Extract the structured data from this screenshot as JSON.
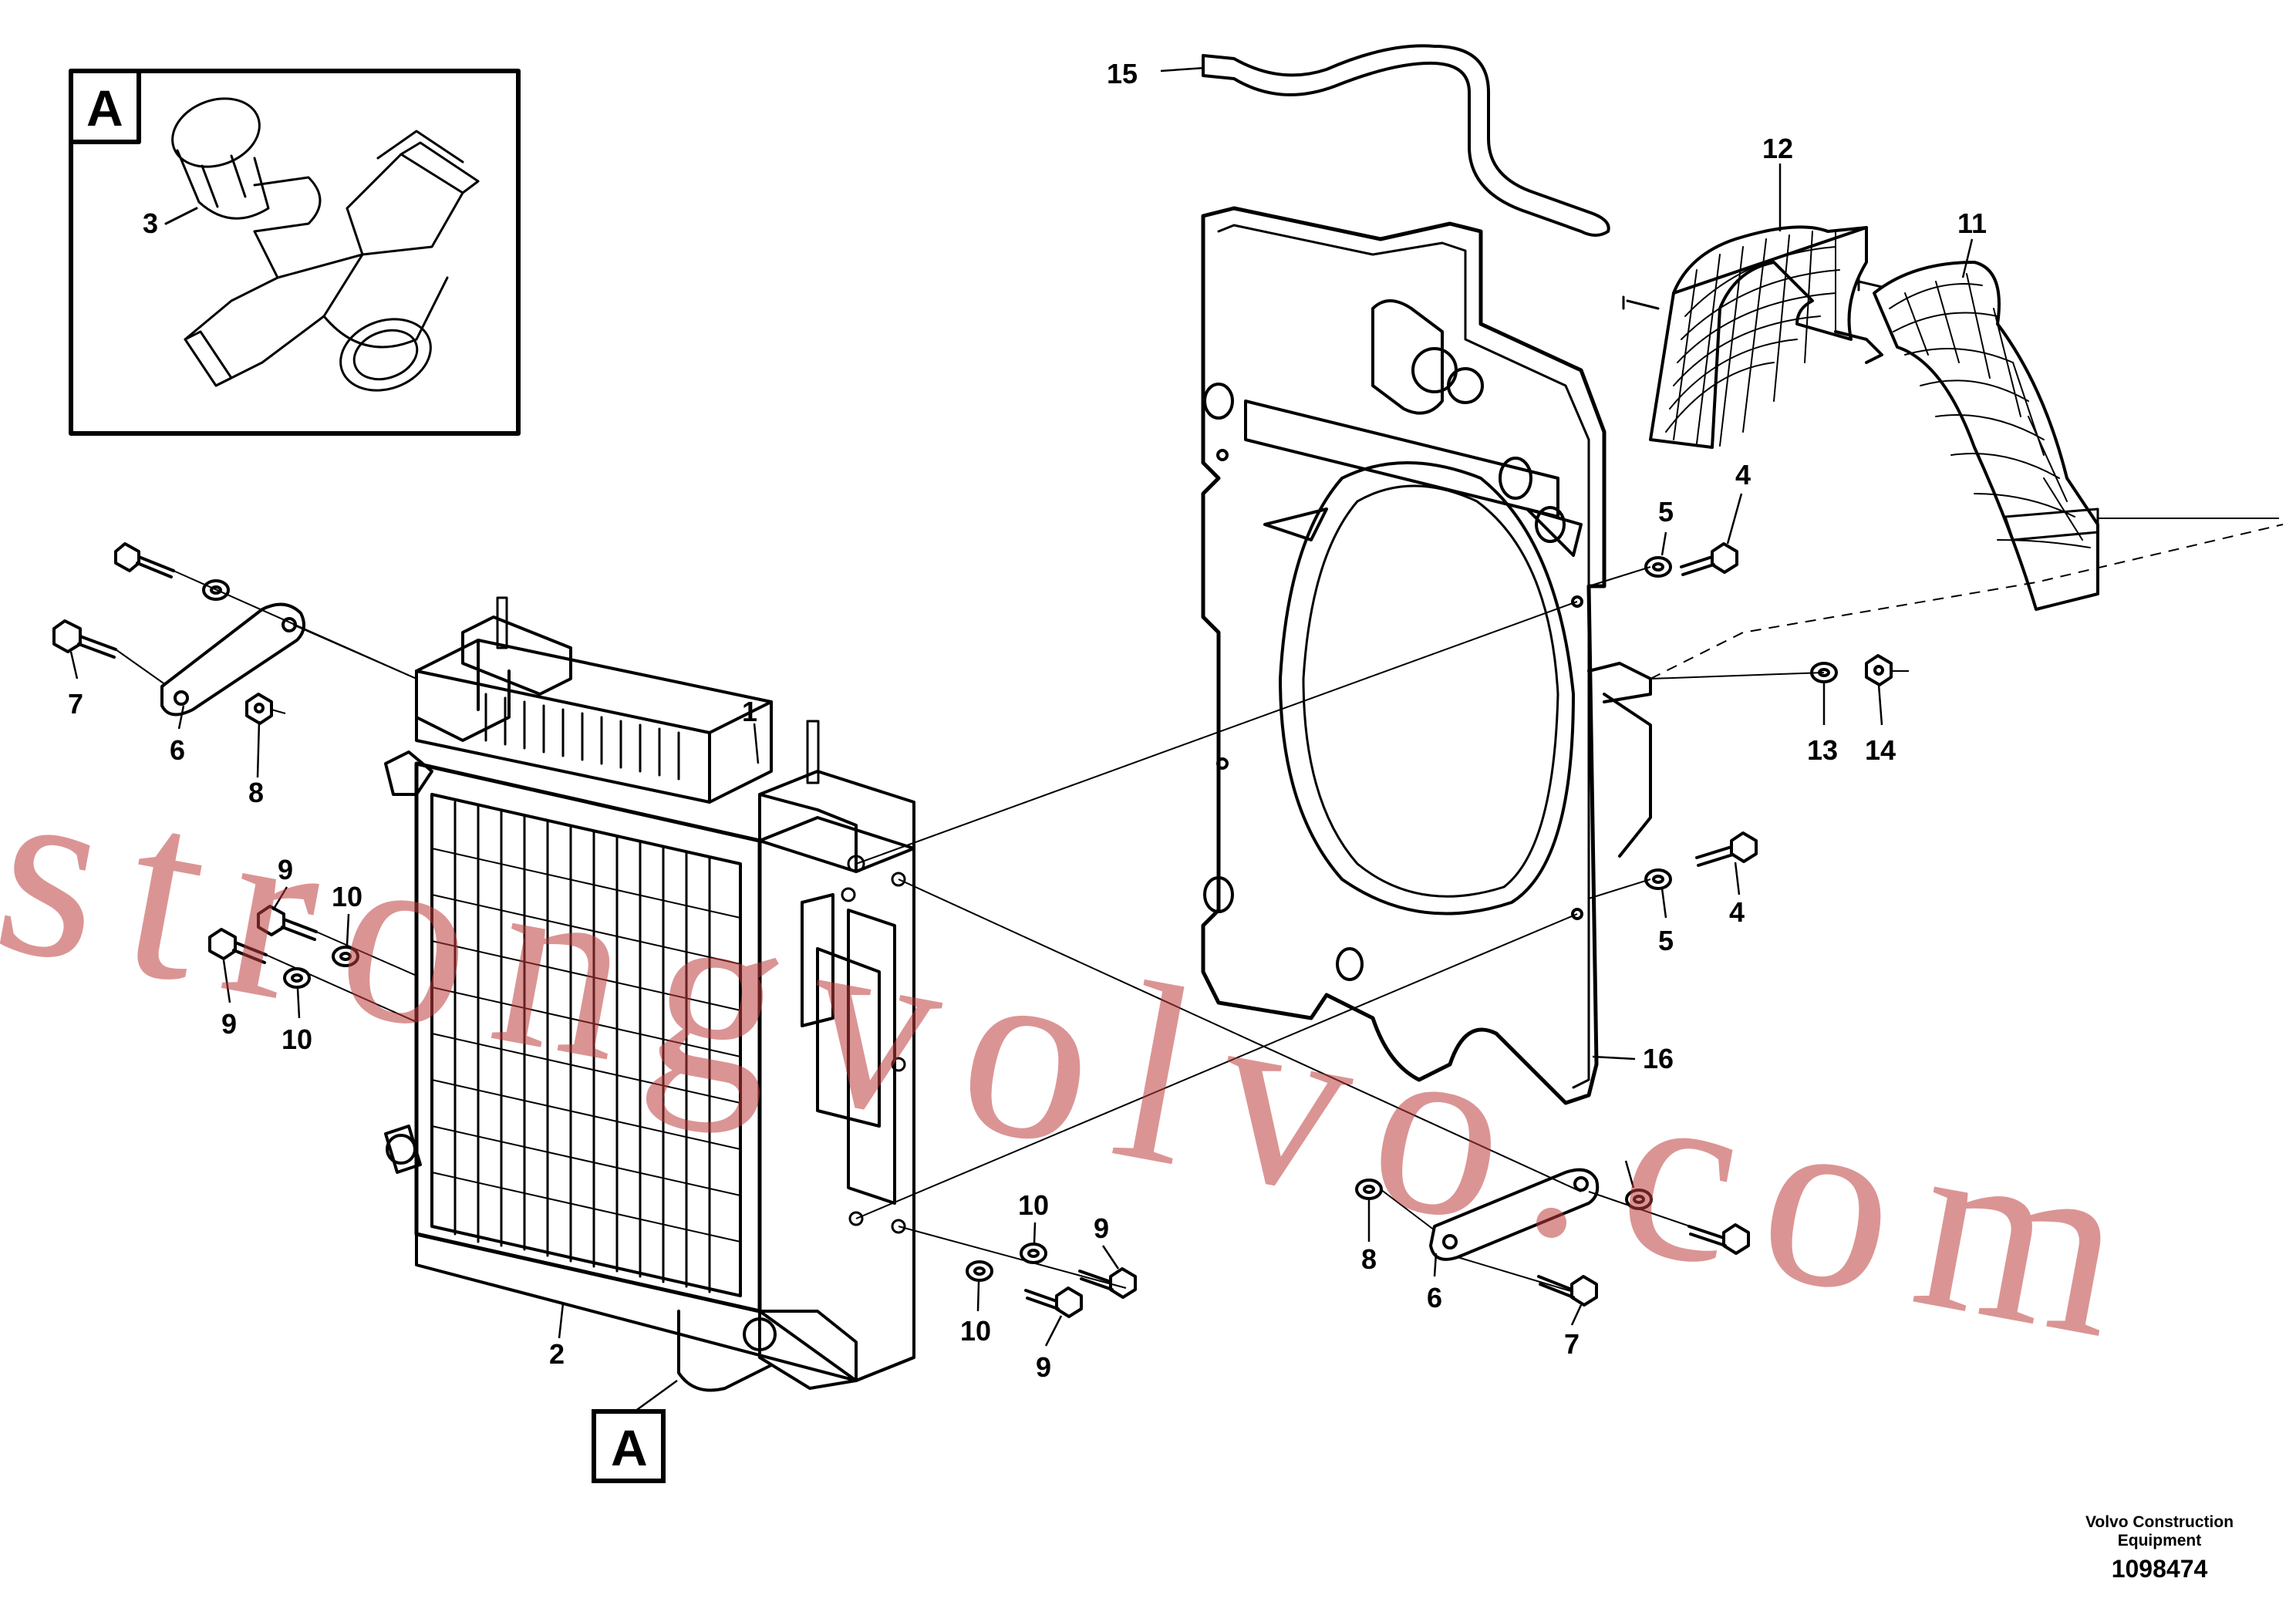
{
  "watermark": "strongvolvo.com",
  "detail": {
    "letter": "A"
  },
  "callouts": {
    "c1": "1",
    "c2": "2",
    "c3": "3",
    "c4a": "4",
    "c4b": "4",
    "c5a": "5",
    "c5b": "5",
    "c6a": "6",
    "c6b": "6",
    "c7a": "7",
    "c7b": "7",
    "c8a": "8",
    "c8b": "8",
    "c9a": "9",
    "c9b": "9",
    "c9c": "9",
    "c9d": "9",
    "c10a": "10",
    "c10b": "10",
    "c10c": "10",
    "c10d": "10",
    "c11": "11",
    "c12": "12",
    "c13": "13",
    "c14": "14",
    "c15": "15",
    "c16": "16"
  },
  "footer": {
    "publisher_line1": "Volvo Construction",
    "publisher_line2": "Equipment",
    "doc_number": "1098474"
  }
}
